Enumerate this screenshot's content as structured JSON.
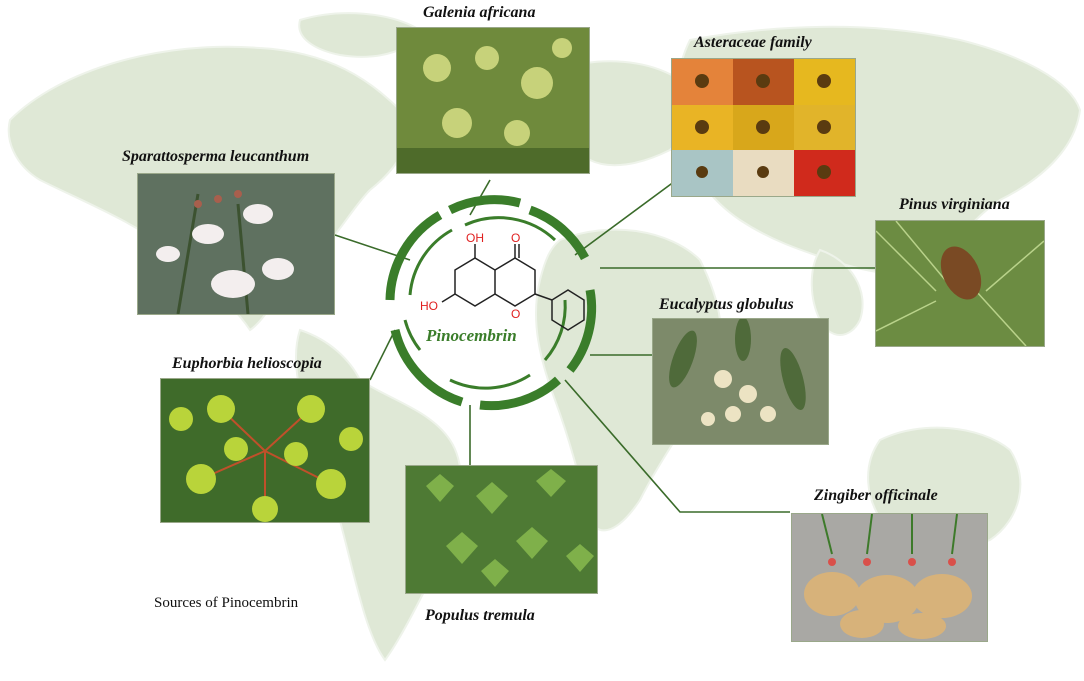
{
  "center": {
    "compound_name": "Pinocembrin",
    "atoms": {
      "oh_top": "OH",
      "ketone_o": "O",
      "oh_left": "HO",
      "ring_o": "O"
    }
  },
  "caption": "Sources of Pinocembrin",
  "colors": {
    "accent": "#3a7d2a",
    "map_land": "#dfe8d6",
    "line": "#3a6b2a",
    "atom": "#e02020"
  },
  "plants": [
    {
      "id": "galenia",
      "name": "Galenia africana",
      "photo_icon": "plant-photo-icon"
    },
    {
      "id": "asteraceae",
      "name": "Asteraceae family",
      "photo_icon": "plant-photo-icon"
    },
    {
      "id": "sparattosperma",
      "name": "Sparattosperma leucanthum",
      "photo_icon": "plant-photo-icon"
    },
    {
      "id": "pinus",
      "name": "Pinus virginiana",
      "photo_icon": "plant-photo-icon"
    },
    {
      "id": "eucalyptus",
      "name": "Eucalyptus globulus",
      "photo_icon": "plant-photo-icon"
    },
    {
      "id": "euphorbia",
      "name": "Euphorbia helioscopia",
      "photo_icon": "plant-photo-icon"
    },
    {
      "id": "zingiber",
      "name": "Zingiber officinale",
      "photo_icon": "plant-photo-icon"
    },
    {
      "id": "populus",
      "name": "Populus tremula",
      "photo_icon": "plant-photo-icon"
    }
  ]
}
